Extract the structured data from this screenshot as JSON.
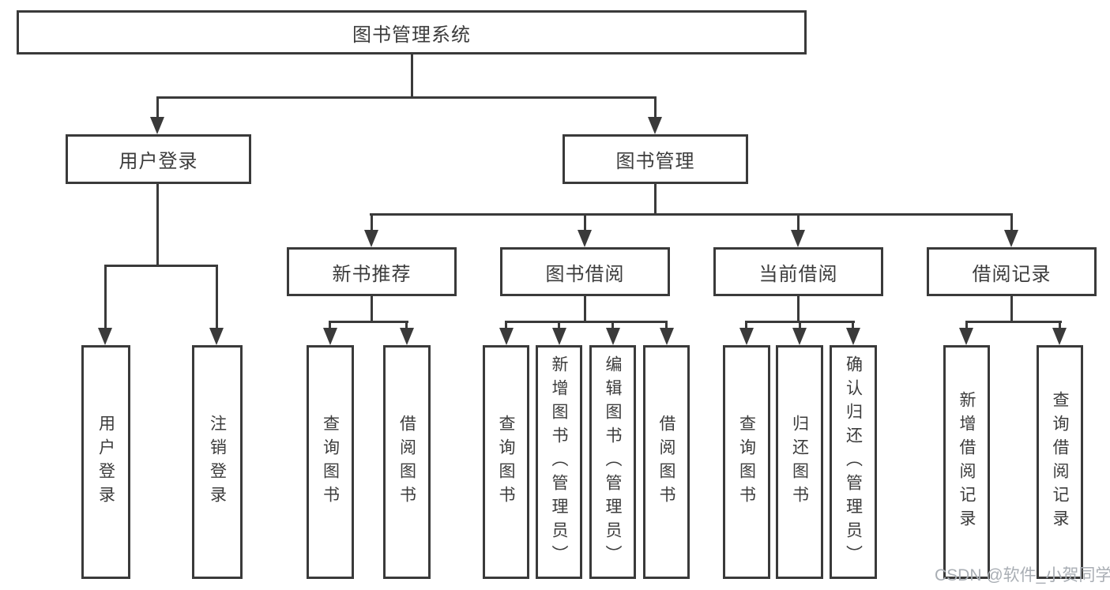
{
  "diagram": {
    "root": {
      "label": "图书管理系统"
    },
    "level2": [
      {
        "label": "用户登录"
      },
      {
        "label": "图书管理"
      }
    ],
    "level3": [
      {
        "label": "新书推荐"
      },
      {
        "label": "图书借阅"
      },
      {
        "label": "当前借阅"
      },
      {
        "label": "借阅记录"
      }
    ],
    "leaves": {
      "login": [
        "用户登录",
        "注销登录"
      ],
      "recommend": [
        "查询图书",
        "借阅图书"
      ],
      "borrow": [
        "查询图书",
        "新增图书（管理员）",
        "编辑图书（管理员）",
        "借阅图书"
      ],
      "current": [
        "查询图书",
        "归还图书",
        "确认归还（管理员）"
      ],
      "records": [
        "新增借阅记录",
        "查询借阅记录"
      ]
    }
  },
  "watermark": {
    "text": "CSDN @软件_小贺同学"
  },
  "colors": {
    "line": "#3a3a3a",
    "text": "#3c3c3c",
    "watermark": "#a9aeb4",
    "background": "#ffffff"
  }
}
